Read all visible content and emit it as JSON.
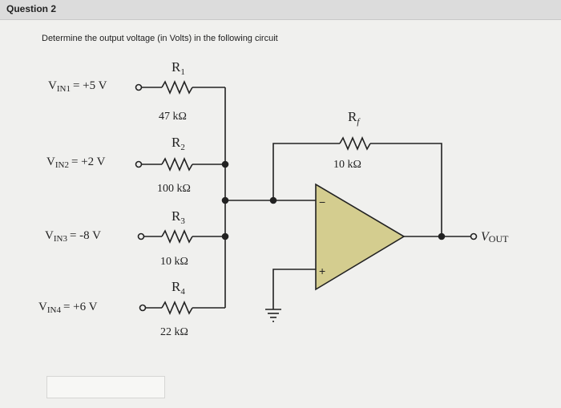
{
  "question": {
    "title": "Question 2",
    "prompt": "Determine the output voltage (in Volts) in the following circuit"
  },
  "circuit": {
    "inputs": [
      {
        "sub": "IN1",
        "value": "= +5 V",
        "resistor": "R",
        "resistor_sub": "1",
        "resistance": "47 kΩ"
      },
      {
        "sub": "IN2",
        "value": "= +2 V",
        "resistor": "R",
        "resistor_sub": "2",
        "resistance": "100 kΩ"
      },
      {
        "sub": "IN3",
        "value": "= -8 V",
        "resistor": "R",
        "resistor_sub": "3",
        "resistance": "10 kΩ"
      },
      {
        "sub": "IN4",
        "value": "= +6 V",
        "resistor": "R",
        "resistor_sub": "4",
        "resistance": "22 kΩ"
      }
    ],
    "feedback": {
      "resistor": "R",
      "resistor_sub": "f",
      "resistance": "10 kΩ"
    },
    "opamp": {
      "inverting": "−",
      "noninverting": "+"
    },
    "output": {
      "sub": "OUT"
    }
  },
  "answer_field": {
    "value": ""
  }
}
